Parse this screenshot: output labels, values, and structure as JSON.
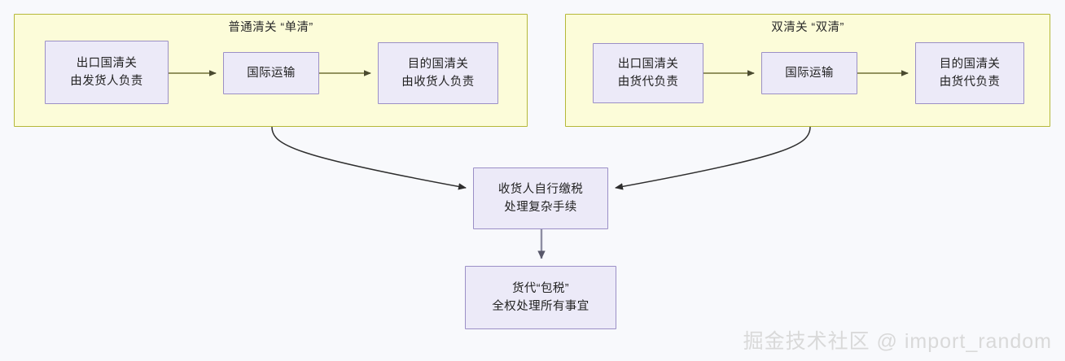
{
  "diagram": {
    "background_color": "#f8f9fc",
    "group_fill": "#fcfcd9",
    "group_border": "#b5b838",
    "node_fill": "#eceaf8",
    "node_border": "#9b8fc6",
    "arrow_color_in_group": "#6e6f35",
    "arrow_color_outer": "#3a3a3a",
    "arrow_color_vertical": "#8d8da2"
  },
  "groups": [
    {
      "id": "single-clearance",
      "title": "普通清关 “单清”",
      "nodes": [
        {
          "id": "export-customs-shipper",
          "lines": [
            "出口国清关",
            "由发货人负责"
          ]
        },
        {
          "id": "international-transport-left",
          "lines": [
            "国际运输"
          ]
        },
        {
          "id": "destination-customs-consignee",
          "lines": [
            "目的国清关",
            "由收货人负责"
          ]
        }
      ]
    },
    {
      "id": "double-clearance",
      "title": "双清关 “双清”",
      "nodes": [
        {
          "id": "export-customs-forwarder",
          "lines": [
            "出口国清关",
            "由货代负责"
          ]
        },
        {
          "id": "international-transport-right",
          "lines": [
            "国际运输"
          ]
        },
        {
          "id": "destination-customs-forwarder",
          "lines": [
            "目的国清关",
            "由货代负责"
          ]
        }
      ]
    }
  ],
  "outcome_nodes": [
    {
      "id": "consignee-self-pay-tax",
      "lines": [
        "收货人自行缴税",
        "处理复杂手续"
      ]
    },
    {
      "id": "forwarder-tax-included",
      "lines": [
        "货代“包税”",
        "全权处理所有事宜"
      ]
    }
  ],
  "watermark": {
    "text": "掘金技术社区 @ import_random"
  }
}
